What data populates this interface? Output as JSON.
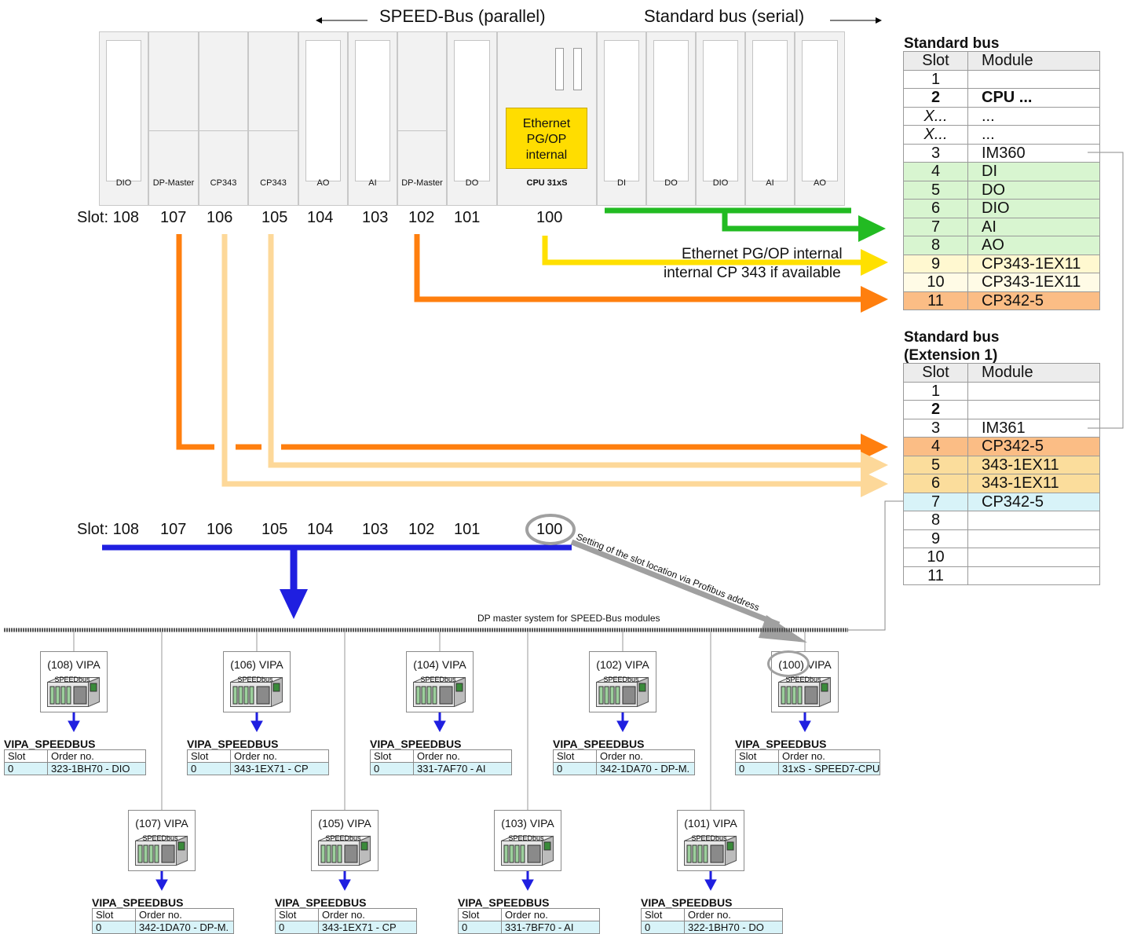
{
  "header": {
    "speed_bus": "SPEED-Bus (parallel)",
    "standard_bus": "Standard bus (serial)"
  },
  "rack_modules": [
    {
      "label": "DIO"
    },
    {
      "label": "DP-Master"
    },
    {
      "label": "CP343"
    },
    {
      "label": "CP343"
    },
    {
      "label": "AO"
    },
    {
      "label": "AI"
    },
    {
      "label": "DP-Master"
    },
    {
      "label": "DO"
    },
    {
      "label": "DI"
    },
    {
      "label": "DO"
    },
    {
      "label": "DIO"
    },
    {
      "label": "AI"
    },
    {
      "label": "AO"
    }
  ],
  "cpu": {
    "eth_line1": "Ethernet",
    "eth_line2": "PG/OP",
    "eth_line3": "internal",
    "label": "CPU 31xS"
  },
  "top_slots": {
    "prefix": "Slot: 108",
    "values": [
      "107",
      "106",
      "105",
      "104",
      "103",
      "102",
      "101",
      "100"
    ]
  },
  "annotations": {
    "ethernet": "Ethernet PG/OP internal",
    "cp343": "internal CP 343 if available",
    "profibus_setting": "Setting of the slot location via Profibus address",
    "dp_master_system": "DP master system for SPEED-Bus modules"
  },
  "standard_bus": {
    "title": "Standard bus",
    "col_slot": "Slot",
    "col_module": "Module",
    "rows": [
      {
        "slot": "1",
        "module": ""
      },
      {
        "slot": "2",
        "module": "CPU ..."
      },
      {
        "slot": "X...",
        "module": "..."
      },
      {
        "slot": "X...",
        "module": "..."
      },
      {
        "slot": "3",
        "module": "IM360"
      },
      {
        "slot": "4",
        "module": "DI"
      },
      {
        "slot": "5",
        "module": "DO"
      },
      {
        "slot": "6",
        "module": "DIO"
      },
      {
        "slot": "7",
        "module": "AI"
      },
      {
        "slot": "8",
        "module": "AO"
      },
      {
        "slot": "9",
        "module": "CP343-1EX11"
      },
      {
        "slot": "10",
        "module": "CP343-1EX11"
      },
      {
        "slot": "11",
        "module": "CP342-5"
      }
    ]
  },
  "extension": {
    "title1": "Standard bus",
    "title2": "(Extension 1)",
    "col_slot": "Slot",
    "col_module": "Module",
    "rows": [
      {
        "slot": "1",
        "module": ""
      },
      {
        "slot": "2",
        "module": ""
      },
      {
        "slot": "3",
        "module": "IM361"
      },
      {
        "slot": "4",
        "module": "CP342-5"
      },
      {
        "slot": "5",
        "module": "343-1EX11"
      },
      {
        "slot": "6",
        "module": "343-1EX11"
      },
      {
        "slot": "7",
        "module": "CP342-5"
      },
      {
        "slot": "8",
        "module": ""
      },
      {
        "slot": "9",
        "module": ""
      },
      {
        "slot": "10",
        "module": ""
      },
      {
        "slot": "11",
        "module": ""
      }
    ]
  },
  "mid_slots": {
    "prefix": "Slot: 108",
    "values": [
      "107",
      "106",
      "105",
      "104",
      "103",
      "102",
      "101",
      "100"
    ]
  },
  "stations": [
    {
      "title": "(108) VIPA",
      "chip": "SPEEDbus",
      "name": "VIPA_SPEEDBUS",
      "h_slot": "Slot",
      "h_order": "Order no.",
      "slot": "0",
      "order": "323-1BH70 - DIO"
    },
    {
      "title": "(106) VIPA",
      "chip": "SPEEDbus",
      "name": "VIPA_SPEEDBUS",
      "h_slot": "Slot",
      "h_order": "Order no.",
      "slot": "0",
      "order": "343-1EX71 - CP"
    },
    {
      "title": "(104) VIPA",
      "chip": "SPEEDbus",
      "name": "VIPA_SPEEDBUS",
      "h_slot": "Slot",
      "h_order": "Order no.",
      "slot": "0",
      "order": "331-7AF70 - AI"
    },
    {
      "title": "(102) VIPA",
      "chip": "SPEEDbus",
      "name": "VIPA_SPEEDBUS",
      "h_slot": "Slot",
      "h_order": "Order no.",
      "slot": "0",
      "order": "342-1DA70 - DP-M."
    },
    {
      "title": "(100) VIPA",
      "chip": "SPEEDbus",
      "name": "VIPA_SPEEDBUS",
      "h_slot": "Slot",
      "h_order": "Order no.",
      "slot": "0",
      "order": "31xS - SPEED7-CPU"
    },
    {
      "title": "(107) VIPA",
      "chip": "SPEEDbus",
      "name": "VIPA_SPEEDBUS",
      "h_slot": "Slot",
      "h_order": "Order no.",
      "slot": "0",
      "order": "342-1DA70 - DP-M."
    },
    {
      "title": "(105) VIPA",
      "chip": "SPEEDbus",
      "name": "VIPA_SPEEDBUS",
      "h_slot": "Slot",
      "h_order": "Order no.",
      "slot": "0",
      "order": "343-1EX71 - CP"
    },
    {
      "title": "(103) VIPA",
      "chip": "SPEEDbus",
      "name": "VIPA_SPEEDBUS",
      "h_slot": "Slot",
      "h_order": "Order no.",
      "slot": "0",
      "order": "331-7BF70 - AI"
    },
    {
      "title": "(101) VIPA",
      "chip": "SPEEDbus",
      "name": "VIPA_SPEEDBUS",
      "h_slot": "Slot",
      "h_order": "Order no.",
      "slot": "0",
      "order": "322-1BH70 - DO"
    }
  ],
  "colors": {
    "green": "#22bb22",
    "yellow": "#ffe000",
    "orange": "#ff7f0e",
    "light_orange": "#fdd899",
    "blue": "#1f1fe0",
    "grey": "#a0a0a0"
  }
}
